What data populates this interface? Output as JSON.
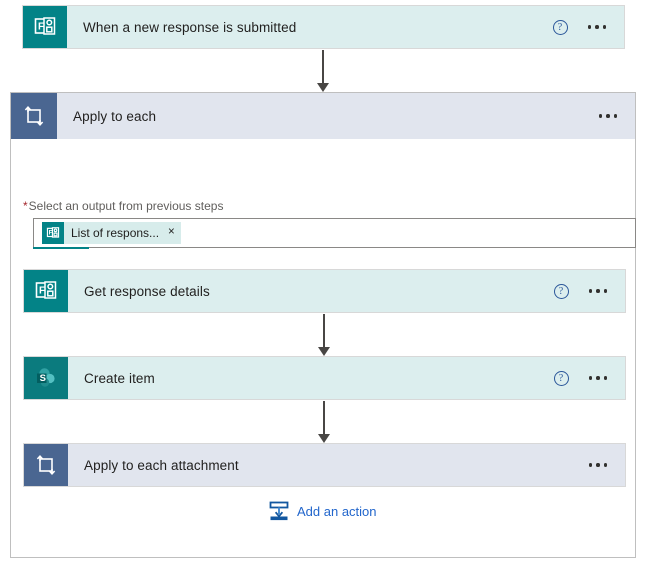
{
  "flow": {
    "trigger": {
      "title": "When a new response is submitted",
      "icon": "microsoft-forms-icon",
      "help_icon": "help-icon",
      "menu_icon": "more-options-icon",
      "accent_color": "#038387",
      "card_color": "#dceeee"
    },
    "scope": {
      "title": "Apply to each",
      "icon": "loop-icon",
      "menu_icon": "more-options-icon",
      "accent_color": "#4a6691",
      "card_color": "#e1e5ee",
      "field": {
        "required_marker": "*",
        "label": "Select an output from previous steps",
        "token": {
          "text": "List of respons...",
          "icon": "microsoft-forms-icon",
          "remove_icon": "close-icon",
          "remove_label": "×"
        }
      },
      "actions": [
        {
          "title": "Get response details",
          "icon": "microsoft-forms-icon",
          "help_icon": "help-icon",
          "menu_icon": "more-options-icon",
          "accent_color": "#038387",
          "card_color": "#dceeee",
          "has_help": true
        },
        {
          "title": "Create item",
          "icon": "sharepoint-icon",
          "help_icon": "help-icon",
          "menu_icon": "more-options-icon",
          "accent_color": "#0b7b7e",
          "card_color": "#dceeee",
          "has_help": true
        },
        {
          "title": "Apply to each attachment",
          "icon": "loop-icon",
          "menu_icon": "more-options-icon",
          "accent_color": "#4a6691",
          "card_color": "#e1e5ee",
          "has_help": false
        }
      ],
      "add_action": {
        "label": "Add an action",
        "icon": "add-step-icon",
        "color": "#2266cc"
      }
    }
  }
}
